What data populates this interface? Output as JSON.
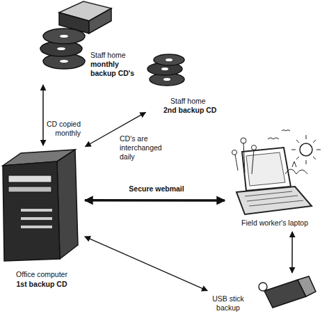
{
  "diagram": {
    "nodes": [
      {
        "text": [
          "Staff home",
          "monthly backup CD's"
        ]
      },
      {
        "text": [
          "Staff home",
          "2nd backup CD"
        ]
      },
      {
        "text": [
          "Office computer",
          "1st backup CD"
        ]
      },
      {
        "text": [
          "Field worker's laptop"
        ]
      },
      {
        "text": [
          "USB stick backup"
        ]
      }
    ],
    "edges": [
      {
        "from": 0,
        "to": 2,
        "label": "CD copied monthly",
        "arrow": "both"
      },
      {
        "from": 1,
        "to": 2,
        "label": "CD's are interchanged daily",
        "arrow": "both"
      },
      {
        "from": 2,
        "to": 3,
        "label": "Secure webmail",
        "arrow": "both"
      },
      {
        "from": 3,
        "to": 4,
        "arrow": "both"
      },
      {
        "from": 2,
        "to": 4,
        "arrow": "both"
      }
    ]
  }
}
